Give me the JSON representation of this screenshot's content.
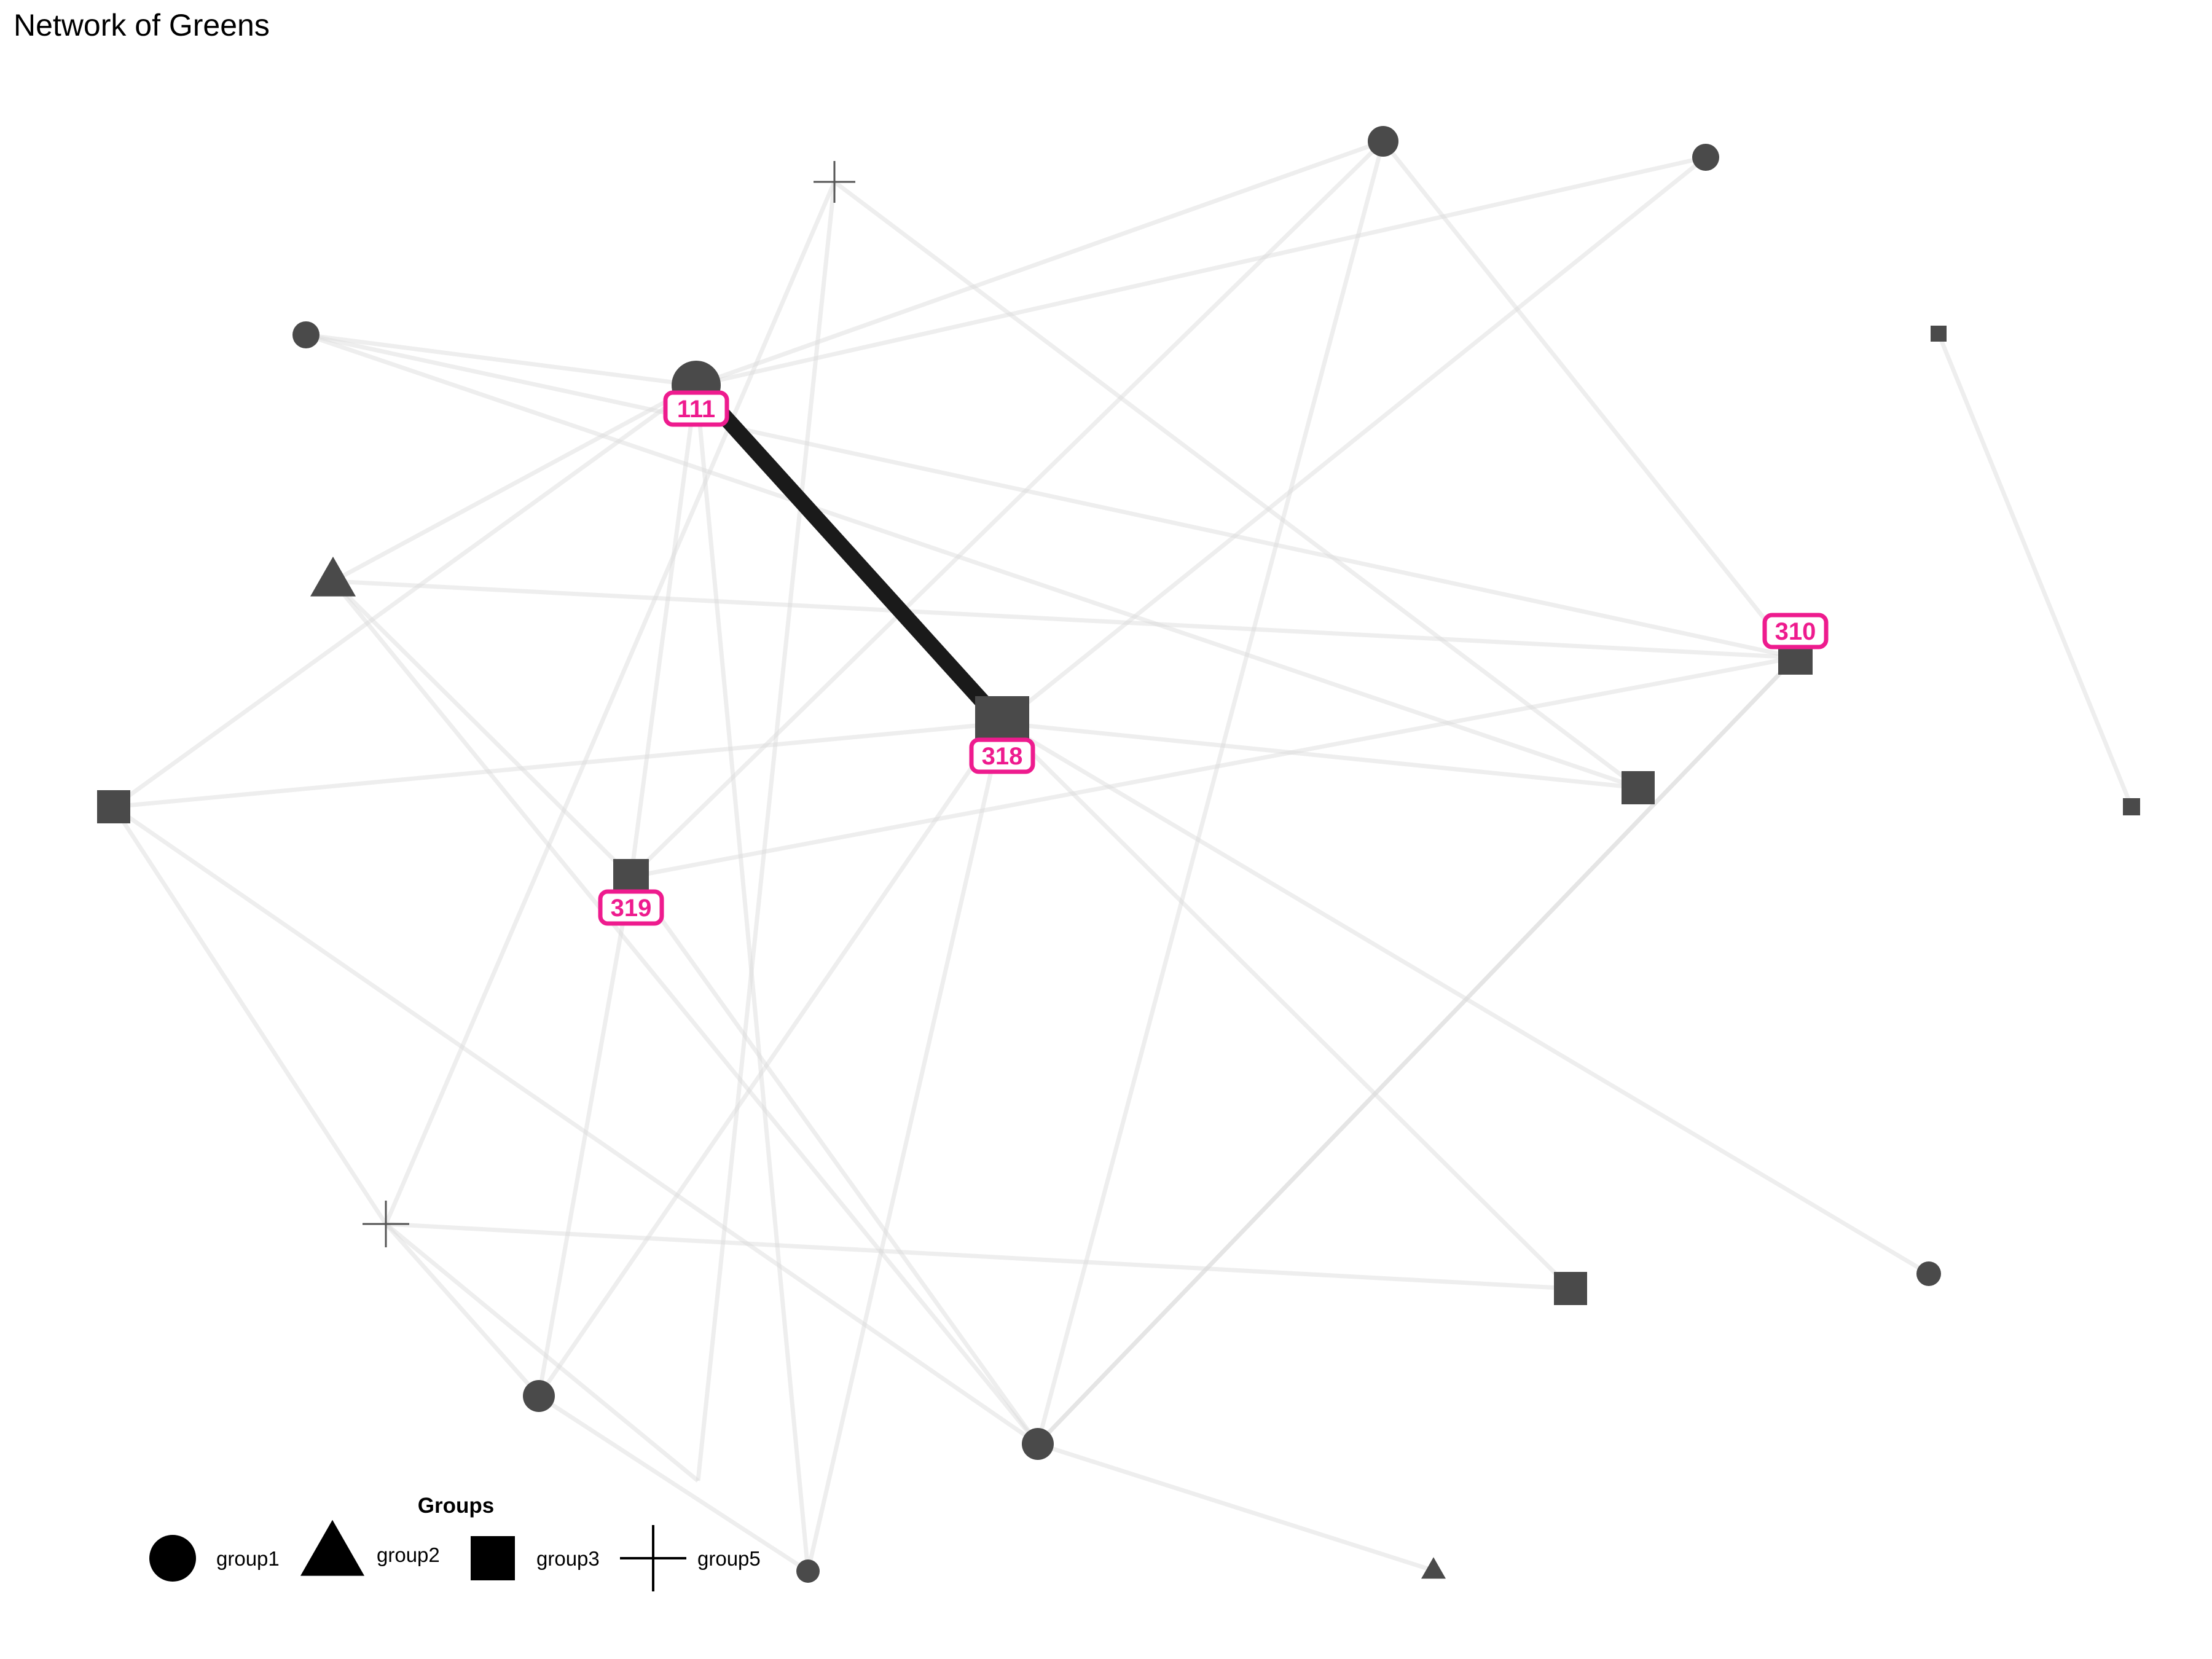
{
  "title": "Network of Greens",
  "colors": {
    "node": "#4a4a4a",
    "edge": "#d9d9d9",
    "strong_edge": "#1a1a1a",
    "highlight": "#ee1b8e",
    "label_bg": "#ffffff"
  },
  "legend": {
    "title": "Groups",
    "items": [
      {
        "label": "group1",
        "shape": "circle"
      },
      {
        "label": "group2",
        "shape": "triangle"
      },
      {
        "label": "group3",
        "shape": "square"
      },
      {
        "label": "group5",
        "shape": "plus"
      }
    ]
  },
  "network": {
    "nodes": [
      {
        "id": "111",
        "group": "group1",
        "label": "111"
      },
      {
        "id": "318",
        "group": "group3",
        "label": "318"
      },
      {
        "id": "310",
        "group": "group3",
        "label": "310"
      },
      {
        "id": "319",
        "group": "group3",
        "label": "319"
      },
      {
        "id": "a",
        "group": "group5",
        "label": ""
      },
      {
        "id": "b",
        "group": "group1",
        "label": ""
      },
      {
        "id": "c",
        "group": "group1",
        "label": ""
      },
      {
        "id": "d",
        "group": "group1",
        "label": ""
      },
      {
        "id": "e",
        "group": "group3",
        "label": ""
      },
      {
        "id": "f",
        "group": "group2",
        "label": ""
      },
      {
        "id": "g",
        "group": "group3",
        "label": ""
      },
      {
        "id": "h",
        "group": "group3",
        "label": ""
      },
      {
        "id": "i",
        "group": "group3",
        "label": ""
      },
      {
        "id": "j",
        "group": "group5",
        "label": ""
      },
      {
        "id": "k",
        "group": "group1",
        "label": ""
      },
      {
        "id": "l",
        "group": "group1",
        "label": ""
      },
      {
        "id": "m",
        "group": "group3",
        "label": ""
      },
      {
        "id": "n",
        "group": "group1",
        "label": ""
      },
      {
        "id": "o",
        "group": "group1",
        "label": ""
      },
      {
        "id": "p",
        "group": "group1",
        "label": ""
      },
      {
        "id": "q",
        "group": "group2",
        "label": ""
      }
    ],
    "edges": [
      {
        "source": "111",
        "target": "318",
        "strong": true
      },
      {
        "source": "111",
        "target": "b"
      },
      {
        "source": "111",
        "target": "c"
      },
      {
        "source": "111",
        "target": "d"
      },
      {
        "source": "111",
        "target": "f"
      },
      {
        "source": "111",
        "target": "g"
      },
      {
        "source": "111",
        "target": "o"
      },
      {
        "source": "111",
        "target": "319"
      },
      {
        "source": "d",
        "target": "h"
      },
      {
        "source": "d",
        "target": "310"
      },
      {
        "source": "a",
        "target": "h"
      },
      {
        "source": "a",
        "target": "j"
      },
      {
        "source": "a",
        "target": "p"
      },
      {
        "source": "b",
        "target": "319"
      },
      {
        "source": "b",
        "target": "310"
      },
      {
        "source": "b",
        "target": "n"
      },
      {
        "source": "c",
        "target": "318"
      },
      {
        "source": "f",
        "target": "310"
      },
      {
        "source": "f",
        "target": "319"
      },
      {
        "source": "f",
        "target": "n"
      },
      {
        "source": "g",
        "target": "318"
      },
      {
        "source": "g",
        "target": "j"
      },
      {
        "source": "g",
        "target": "n"
      },
      {
        "source": "318",
        "target": "h"
      },
      {
        "source": "318",
        "target": "k"
      },
      {
        "source": "318",
        "target": "o"
      },
      {
        "source": "318",
        "target": "m"
      },
      {
        "source": "318",
        "target": "l"
      },
      {
        "source": "319",
        "target": "310"
      },
      {
        "source": "319",
        "target": "n"
      },
      {
        "source": "319",
        "target": "k"
      },
      {
        "source": "310",
        "target": "n"
      },
      {
        "source": "310",
        "target": "n"
      },
      {
        "source": "j",
        "target": "m"
      },
      {
        "source": "j",
        "target": "k"
      },
      {
        "source": "k",
        "target": "o"
      },
      {
        "source": "n",
        "target": "q"
      },
      {
        "source": "e",
        "target": "i"
      }
    ]
  }
}
